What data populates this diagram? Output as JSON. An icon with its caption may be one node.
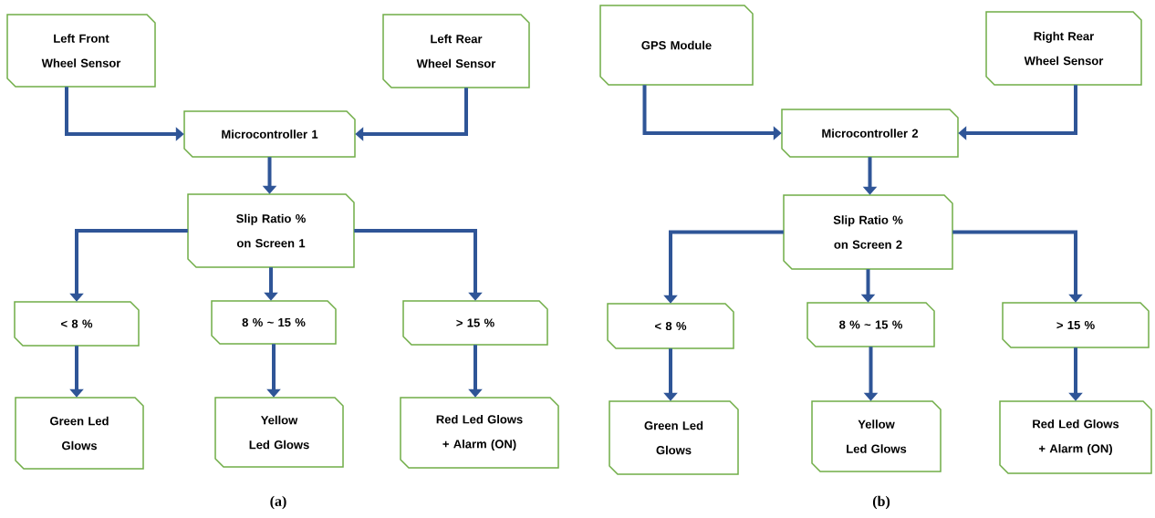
{
  "diagram": {
    "nodes": [
      {
        "text": [
          "Left Front Wheel Sensor"
        ]
      },
      {
        "text": [
          "Left Rear Wheel Sensor"
        ]
      },
      {
        "text": [
          "Microcontroller 1"
        ]
      },
      {
        "text": [
          "Slip Ratio % on Screen 1"
        ]
      },
      {
        "text": [
          "< 8 %"
        ]
      },
      {
        "text": [
          "8 % ~ 15 %"
        ]
      },
      {
        "text": [
          "> 15 %"
        ]
      },
      {
        "text": [
          "Green Led Glows"
        ]
      },
      {
        "text": [
          "Yellow Led Glows"
        ]
      },
      {
        "text": [
          "Red Led Glows + Alarm (ON)"
        ]
      },
      {
        "text": [
          "GPS Module"
        ]
      },
      {
        "text": [
          "Right Rear Wheel Sensor"
        ]
      },
      {
        "text": [
          "Microcontroller 2"
        ]
      },
      {
        "text": [
          "Slip Ratio % on Screen 2"
        ]
      },
      {
        "text": [
          "< 8 %"
        ]
      },
      {
        "text": [
          "8 % ~ 15 %"
        ]
      },
      {
        "text": [
          "> 15 %"
        ]
      },
      {
        "text": [
          "Green Led Glows"
        ]
      },
      {
        "text": [
          "Yellow Led Glows"
        ]
      },
      {
        "text": [
          "Red Led Glows + Alarm (ON)"
        ]
      }
    ],
    "edges": [
      {
        "from": 0,
        "to": 2,
        "arrow": "to"
      },
      {
        "from": 1,
        "to": 2,
        "arrow": "to"
      },
      {
        "from": 2,
        "to": 3,
        "arrow": "to"
      },
      {
        "from": 3,
        "to": 4,
        "arrow": "to"
      },
      {
        "from": 3,
        "to": 5,
        "arrow": "to"
      },
      {
        "from": 3,
        "to": 6,
        "arrow": "to"
      },
      {
        "from": 4,
        "to": 7,
        "arrow": "to"
      },
      {
        "from": 5,
        "to": 8,
        "arrow": "to"
      },
      {
        "from": 6,
        "to": 9,
        "arrow": "to"
      },
      {
        "from": 10,
        "to": 12,
        "arrow": "to"
      },
      {
        "from": 11,
        "to": 12,
        "arrow": "to"
      },
      {
        "from": 12,
        "to": 13,
        "arrow": "to"
      },
      {
        "from": 13,
        "to": 14,
        "arrow": "to"
      },
      {
        "from": 13,
        "to": 15,
        "arrow": "to"
      },
      {
        "from": 13,
        "to": 16,
        "arrow": "to"
      },
      {
        "from": 14,
        "to": 17,
        "arrow": "to"
      },
      {
        "from": 15,
        "to": 18,
        "arrow": "to"
      },
      {
        "from": 16,
        "to": 19,
        "arrow": "to"
      }
    ],
    "labels": [
      "(a)",
      "(b)"
    ]
  }
}
